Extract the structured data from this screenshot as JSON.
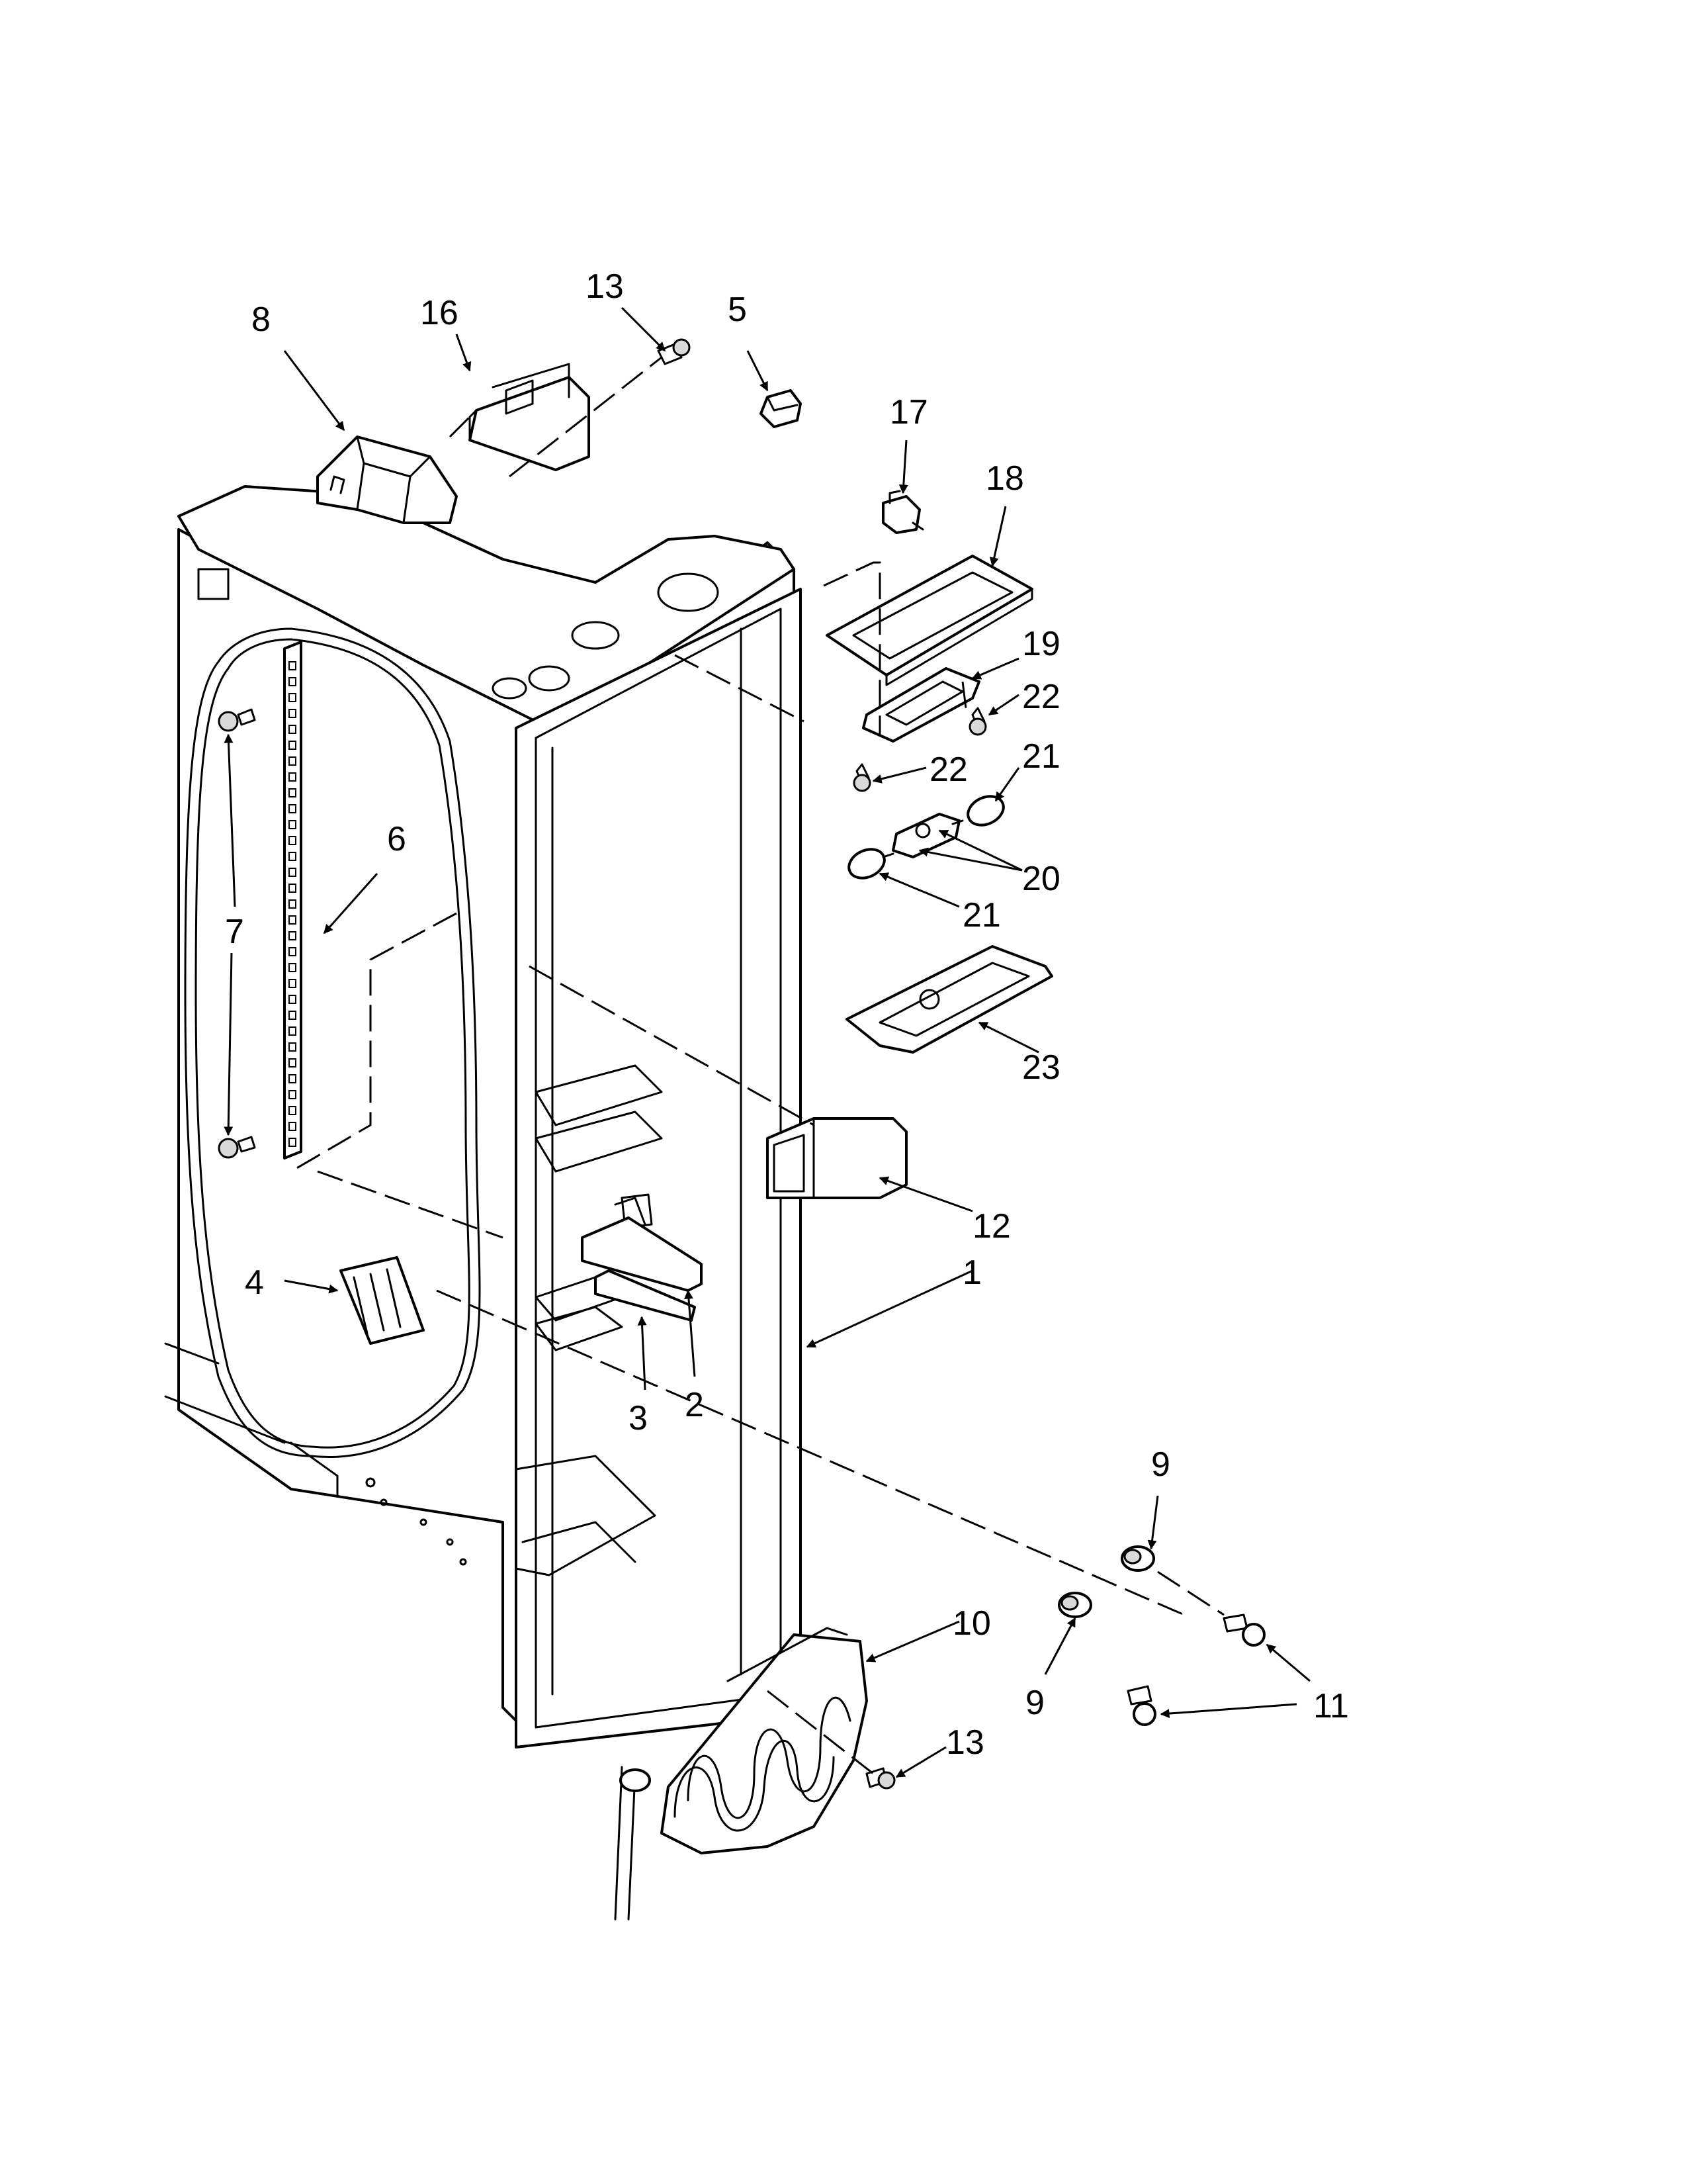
{
  "callouts": [
    {
      "id": "c1",
      "label": "1"
    },
    {
      "id": "c2",
      "label": "2"
    },
    {
      "id": "c3",
      "label": "3"
    },
    {
      "id": "c4",
      "label": "4"
    },
    {
      "id": "c5",
      "label": "5"
    },
    {
      "id": "c6",
      "label": "6"
    },
    {
      "id": "c7",
      "label": "7"
    },
    {
      "id": "c8",
      "label": "8"
    },
    {
      "id": "c9a",
      "label": "9"
    },
    {
      "id": "c9b",
      "label": "9"
    },
    {
      "id": "c10",
      "label": "10"
    },
    {
      "id": "c11",
      "label": "11"
    },
    {
      "id": "c12",
      "label": "12"
    },
    {
      "id": "c13a",
      "label": "13"
    },
    {
      "id": "c13b",
      "label": "13"
    },
    {
      "id": "c16",
      "label": "16"
    },
    {
      "id": "c17",
      "label": "17"
    },
    {
      "id": "c18",
      "label": "18"
    },
    {
      "id": "c19",
      "label": "19"
    },
    {
      "id": "c20",
      "label": "20"
    },
    {
      "id": "c21a",
      "label": "21"
    },
    {
      "id": "c21b",
      "label": "21"
    },
    {
      "id": "c22a",
      "label": "22"
    },
    {
      "id": "c22b",
      "label": "22"
    },
    {
      "id": "c23",
      "label": "23"
    }
  ]
}
